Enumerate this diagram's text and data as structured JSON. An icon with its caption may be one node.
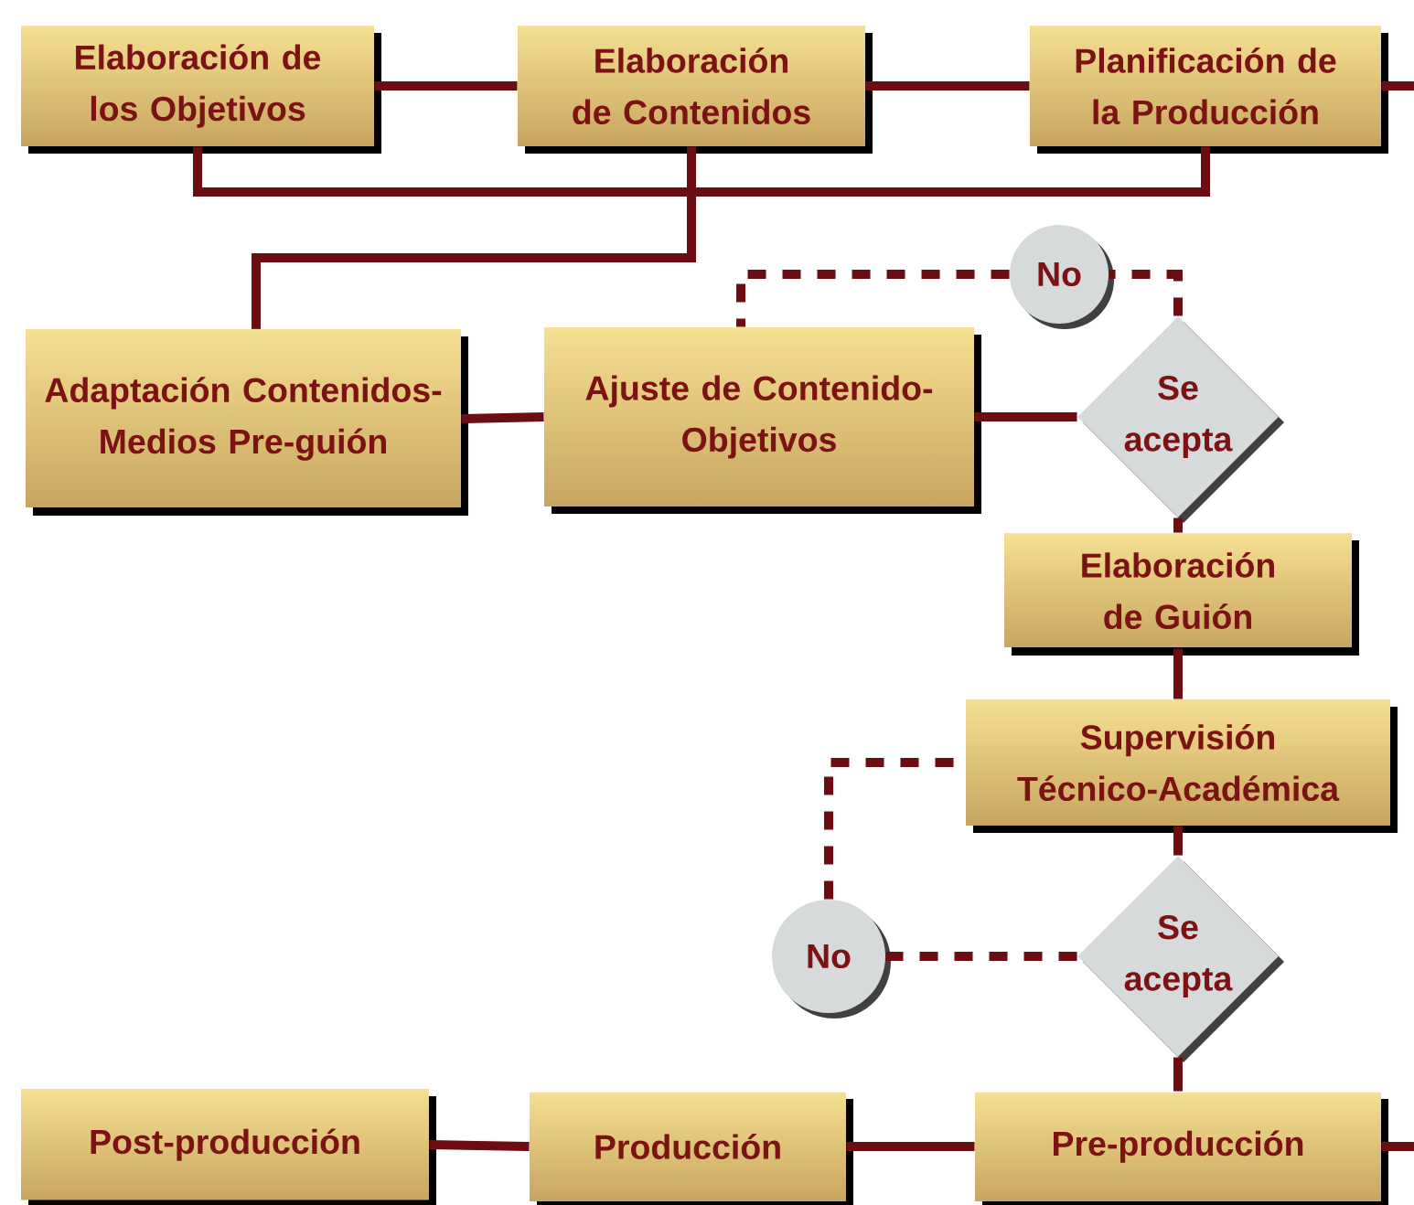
{
  "diagram": {
    "nodes": [
      {
        "text": [
          "Elaboración de los Objetivos"
        ]
      },
      {
        "text": [
          "Elaboración de Contenidos"
        ]
      },
      {
        "text": [
          "Planificación de la Producción"
        ]
      },
      {
        "text": [
          "Adaptación Contenidos-Medios Pre-guión"
        ]
      },
      {
        "text": [
          "Ajuste de Contenido-Objetivos"
        ]
      },
      {
        "text": [
          "No"
        ]
      },
      {
        "text": [
          "Se acepta"
        ]
      },
      {
        "text": [
          "Elaboración de Guión"
        ]
      },
      {
        "text": [
          "Supervisión Técnico-Académica"
        ]
      },
      {
        "text": [
          "Se acepta"
        ]
      },
      {
        "text": [
          "No"
        ]
      },
      {
        "text": [
          "Post-producción"
        ]
      },
      {
        "text": [
          "Producción"
        ]
      },
      {
        "text": [
          "Pre-producción"
        ]
      }
    ],
    "edges": [
      {
        "from": 0,
        "to": 1,
        "arrow": "none"
      },
      {
        "from": 1,
        "to": 2,
        "arrow": "none"
      },
      {
        "from": 2,
        "to": null,
        "arrow": "none"
      },
      {
        "from": 0,
        "to": 3,
        "arrow": "none"
      },
      {
        "from": 1,
        "to": 3,
        "arrow": "none"
      },
      {
        "from": 2,
        "to": 3,
        "arrow": "none"
      },
      {
        "from": 3,
        "to": 4,
        "arrow": "none"
      },
      {
        "from": 4,
        "to": 6,
        "arrow": "none"
      },
      {
        "from": 6,
        "to": 5,
        "arrow": "none",
        "style": "dashed"
      },
      {
        "from": 5,
        "to": 4,
        "arrow": "none",
        "style": "dashed"
      },
      {
        "from": 6,
        "to": 7,
        "arrow": "none"
      },
      {
        "from": 7,
        "to": 8,
        "arrow": "none"
      },
      {
        "from": 8,
        "to": 9,
        "arrow": "none"
      },
      {
        "from": 9,
        "to": 10,
        "arrow": "none",
        "style": "dashed"
      },
      {
        "from": 10,
        "to": 8,
        "arrow": "none",
        "style": "dashed"
      },
      {
        "from": 9,
        "to": 13,
        "arrow": "none"
      },
      {
        "from": 13,
        "to": null,
        "arrow": "none"
      },
      {
        "from": 13,
        "to": 12,
        "arrow": "none"
      },
      {
        "from": 12,
        "to": 11,
        "arrow": "none"
      }
    ]
  }
}
